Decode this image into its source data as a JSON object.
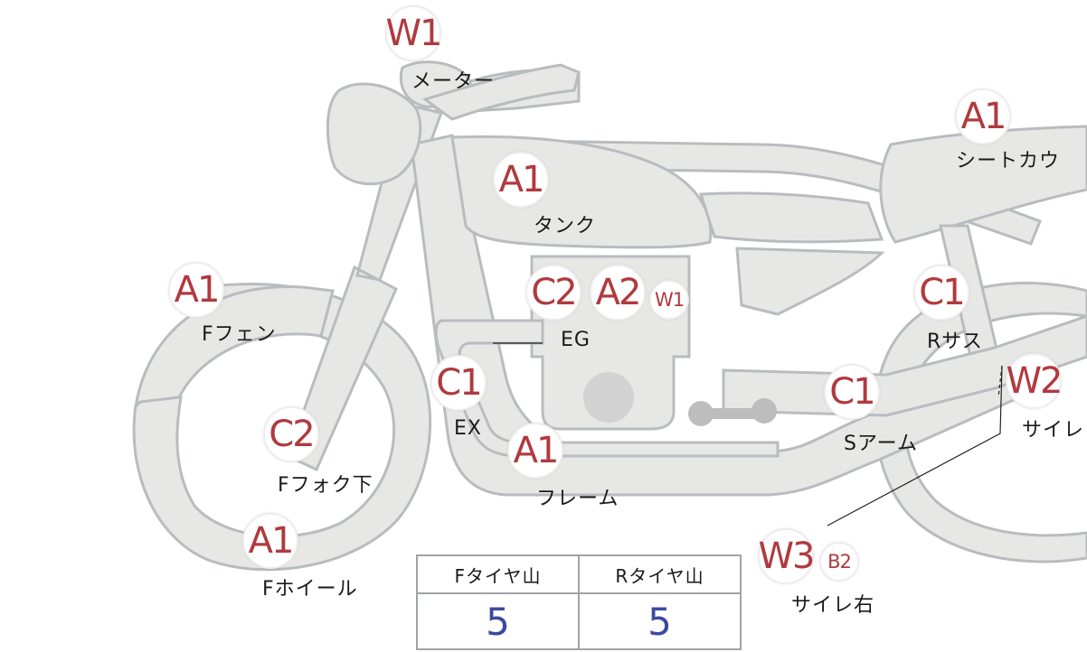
{
  "annotations": [
    {
      "id": "meter",
      "grade": "W1",
      "label": "メーター"
    },
    {
      "id": "seat-cowl",
      "grade": "A1",
      "label": "シートカウ"
    },
    {
      "id": "tank",
      "grade": "A1",
      "label": "タンク"
    },
    {
      "id": "front-fender",
      "grade": "A1",
      "label": "Fフェン"
    },
    {
      "id": "engine",
      "grades": [
        "C2",
        "A2",
        "W1"
      ],
      "label": "EG"
    },
    {
      "id": "rear-suspension",
      "grade": "C1",
      "label": "Rサス"
    },
    {
      "id": "exhaust",
      "grade": "C1",
      "label": "EX"
    },
    {
      "id": "swing-arm",
      "grade": "C1",
      "label": "Sアーム"
    },
    {
      "id": "muffler-left",
      "grade": "W2",
      "label": "サイレ"
    },
    {
      "id": "front-fork-lower",
      "grade": "C2",
      "label": "Fフォク下"
    },
    {
      "id": "frame",
      "grade": "A1",
      "label": "フレーム"
    },
    {
      "id": "front-wheel",
      "grade": "A1",
      "label": "Fホイール"
    },
    {
      "id": "muffler-right",
      "grades": [
        "W3",
        "B2"
      ],
      "label": "サイレ右"
    }
  ],
  "tire_tread": {
    "headers": [
      "Fタイヤ山",
      "Rタイヤ山"
    ],
    "values": [
      "5",
      "5"
    ]
  },
  "colors": {
    "grade_text": "#b03a3f",
    "part_fill": "#e7e7e5",
    "part_outline": "#b9bcbf",
    "tread_value": "#3b4aa0"
  }
}
